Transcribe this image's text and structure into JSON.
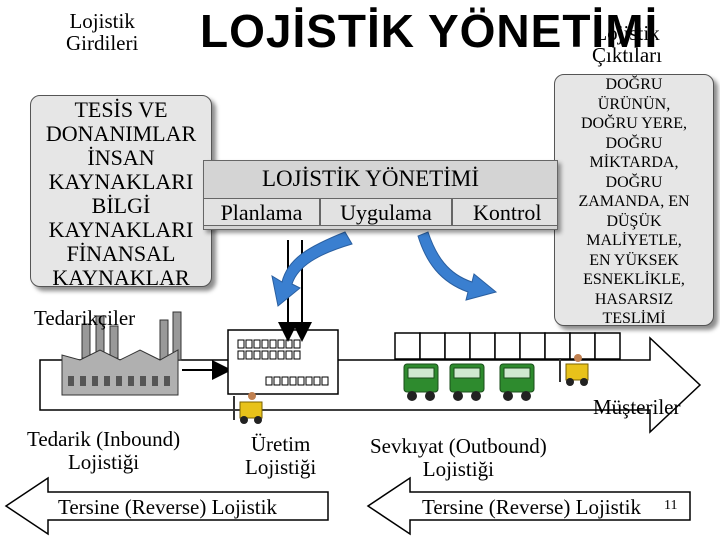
{
  "title": "LOJİSTİK YÖNETİMİ",
  "inputs_label": [
    "Lojistik",
    "Girdileri"
  ],
  "outputs_label": [
    "Lojistik",
    "Çıktıları"
  ],
  "inputs_box": [
    "TESİS VE",
    "DONANIMLAR",
    "İNSAN",
    "KAYNAKLARI",
    "BİLGİ",
    "KAYNAKLARI",
    "FİNANSAL",
    "KAYNAKLAR"
  ],
  "outputs_box": [
    "DOĞRU",
    "ÜRÜNÜN,",
    "DOĞRU YERE,",
    "DOĞRU",
    "MİKTARDA,",
    "DOĞRU",
    "ZAMANDA, EN",
    "DÜŞÜK",
    "MALİYETLE,",
    "EN YÜKSEK",
    "ESNEKLİKLE,",
    "HASARSIZ",
    "TESLİMİ"
  ],
  "management": {
    "title": "LOJİSTİK YÖNETİMİ",
    "stages": [
      "Planlama",
      "Uygulama",
      "Kontrol"
    ]
  },
  "suppliers": "Tedarikçiler",
  "customers": "Müşteriler",
  "inbound": [
    "Tedarik (Inbound)",
    "Lojistiği"
  ],
  "production": [
    "Üretim",
    "Lojistiği"
  ],
  "outbound": [
    "Sevkıyat (Outbound)",
    "Lojistiği"
  ],
  "reverse_left": "Tersine (Reverse) Lojistik",
  "reverse_right": "Tersine (Reverse) Lojistik",
  "page_number": "11",
  "colors": {
    "arrow_blue": "#3a7fd0",
    "box_gray": "#e6e6e6",
    "truck_green": "#2e8b2e",
    "forklift_yellow": "#e8c21a"
  }
}
